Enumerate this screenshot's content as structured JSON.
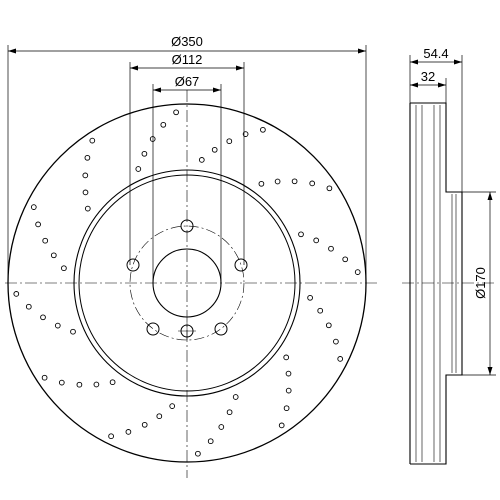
{
  "dimensions": {
    "outer_diameter": "Ø350",
    "bolt_circle": "Ø112",
    "center_bore": "Ø67",
    "total_height": "54.4",
    "disc_thickness": "32",
    "hat_diameter": "Ø170"
  },
  "colors": {
    "line": "#000000",
    "background": "#ffffff"
  }
}
